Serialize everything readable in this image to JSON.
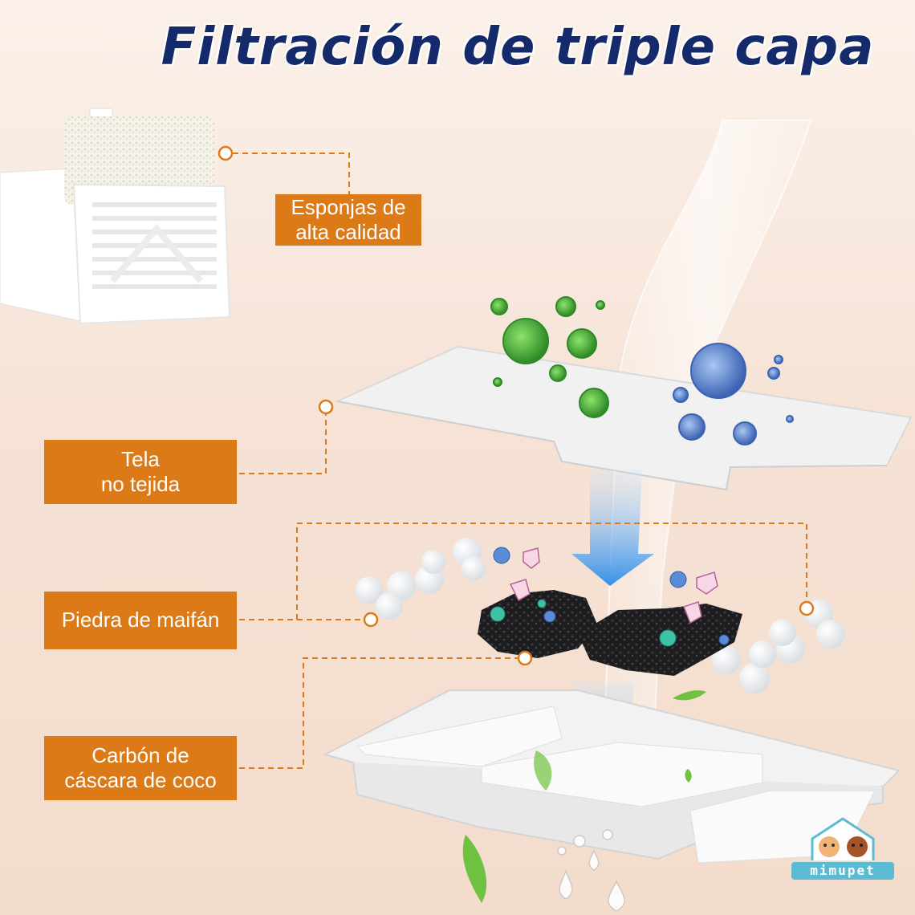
{
  "title": "Filtración de triple capa",
  "labels": {
    "sponge": {
      "line1": "Esponjas de",
      "line2": "alta calidad"
    },
    "fabric": {
      "line1": "Tela",
      "line2": "no tejida"
    },
    "stone": {
      "line1": "Piedra de maifán"
    },
    "carbon": {
      "line1": "Carbón de",
      "line2": "cáscara de coco"
    }
  },
  "brand": "mimupet",
  "colors": {
    "accent": "#dc7a17",
    "title": "#142a6b",
    "background": "#f6e3d6",
    "virus_green": "#3aa52e",
    "virus_blue": "#4a78c4",
    "arrow_blue": "#2f8fe8"
  },
  "icons": [
    "sponge-filter-icon",
    "virus-icon",
    "water-stream-icon",
    "flow-arrow-icon",
    "leaf-icon",
    "water-drop-icon",
    "pet-logo-icon"
  ]
}
